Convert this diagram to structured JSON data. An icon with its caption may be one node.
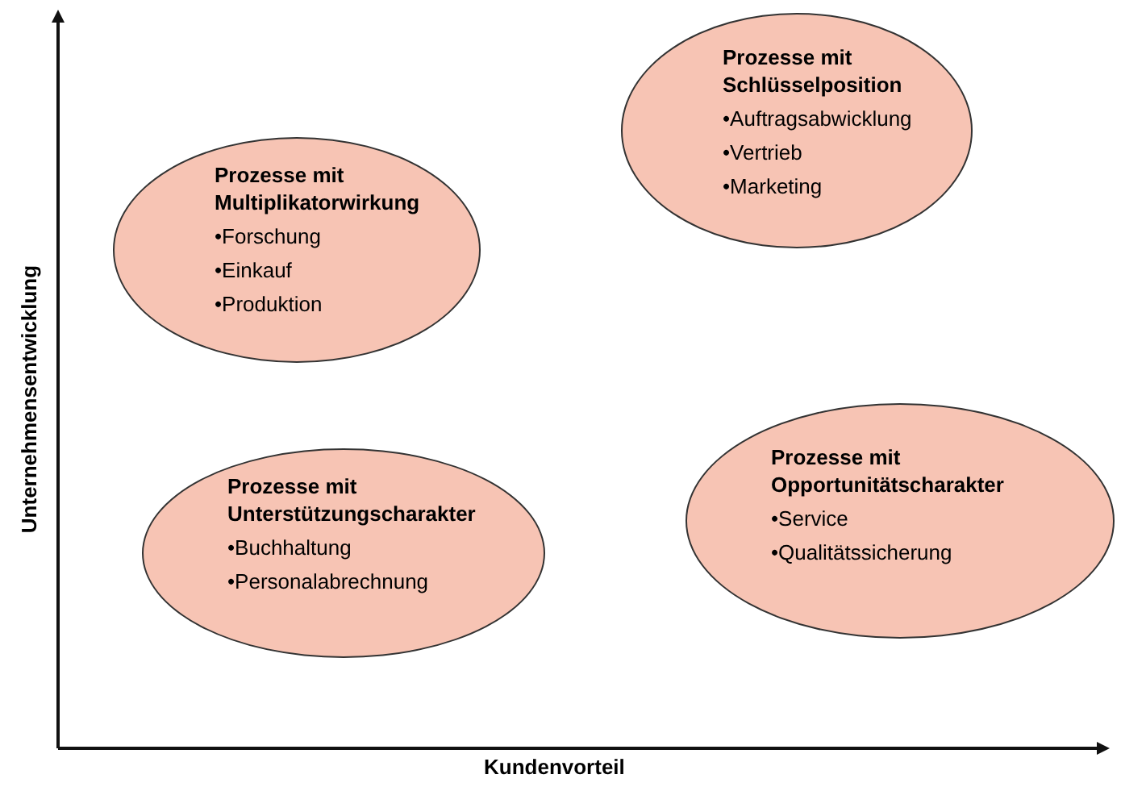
{
  "diagram": {
    "nodes": [
      {
        "text": [
          "Prozesse mit Schlüsselposition",
          "•Auftragsabwicklung",
          "•Vertrieb",
          "•Marketing"
        ]
      },
      {
        "text": [
          "Prozesse mit Multiplikatorwirkung",
          "•Forschung",
          "•Einkauf",
          "•Produktion"
        ]
      },
      {
        "text": [
          "Prozesse mit Unterstützungscharakter",
          "•Buchhaltung",
          "•Personalabrechnung"
        ]
      },
      {
        "text": [
          "Prozesse mit Opportunitätscharakter",
          "•Service",
          "•Qualitätssicherung"
        ]
      }
    ],
    "labels": [
      "Unternehmensentwicklung",
      "Kundenvorteil"
    ]
  }
}
